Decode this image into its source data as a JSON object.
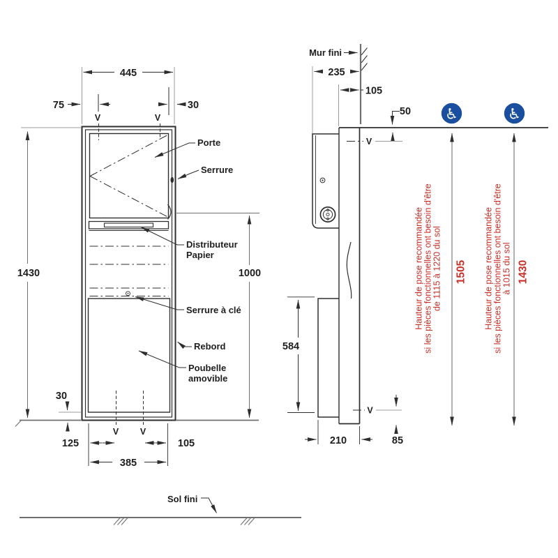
{
  "front_view": {
    "dims": {
      "overall_width": "445",
      "screw_left_offset": "75",
      "screw_right_offset": "30",
      "overall_height": "1430",
      "functional_height": "1000",
      "bottom_rim": "30",
      "bin_left_offset": "125",
      "bin_right_offset": "105",
      "bin_width": "385"
    },
    "labels": {
      "door": "Porte",
      "lock": "Serrure",
      "dispenser_line1": "Distributeur",
      "dispenser_line2": "Papier",
      "key_lock": "Serrure à clé",
      "edge": "Rebord",
      "bin_line1": "Poubelle",
      "bin_line2": "amovible"
    },
    "screw_mark": "V"
  },
  "side_view": {
    "dims": {
      "total_depth": "235",
      "front_depth": "105",
      "top_screw_offset": "50",
      "lower_body_height": "584",
      "bottom_depth": "210",
      "bottom_screw_offset": "85"
    },
    "labels": {
      "finished_wall": "Mur fini"
    },
    "screw_mark": "V"
  },
  "height_annotations": [
    {
      "line1": "Hauteur de pose recommandée",
      "line2": "si les pièces fonctionnelles ont besoin d'être",
      "line3": "de 1115 à 1220 du sol",
      "value": "1505"
    },
    {
      "line1": "Hauteur de pose recommandée",
      "line2": "si les pièces fonctionnelles ont besoin d'être",
      "line3": "à 1015 du sol",
      "value": "1430"
    }
  ],
  "ground": {
    "label": "Sol fini"
  },
  "icons": {
    "accessibility_glyph": "♿"
  },
  "colors": {
    "annotation_red": "#c62f28",
    "icon_blue": "#1a4e9e",
    "line_dark": "#2e2e2e",
    "line_gray": "#9c9c9c"
  }
}
